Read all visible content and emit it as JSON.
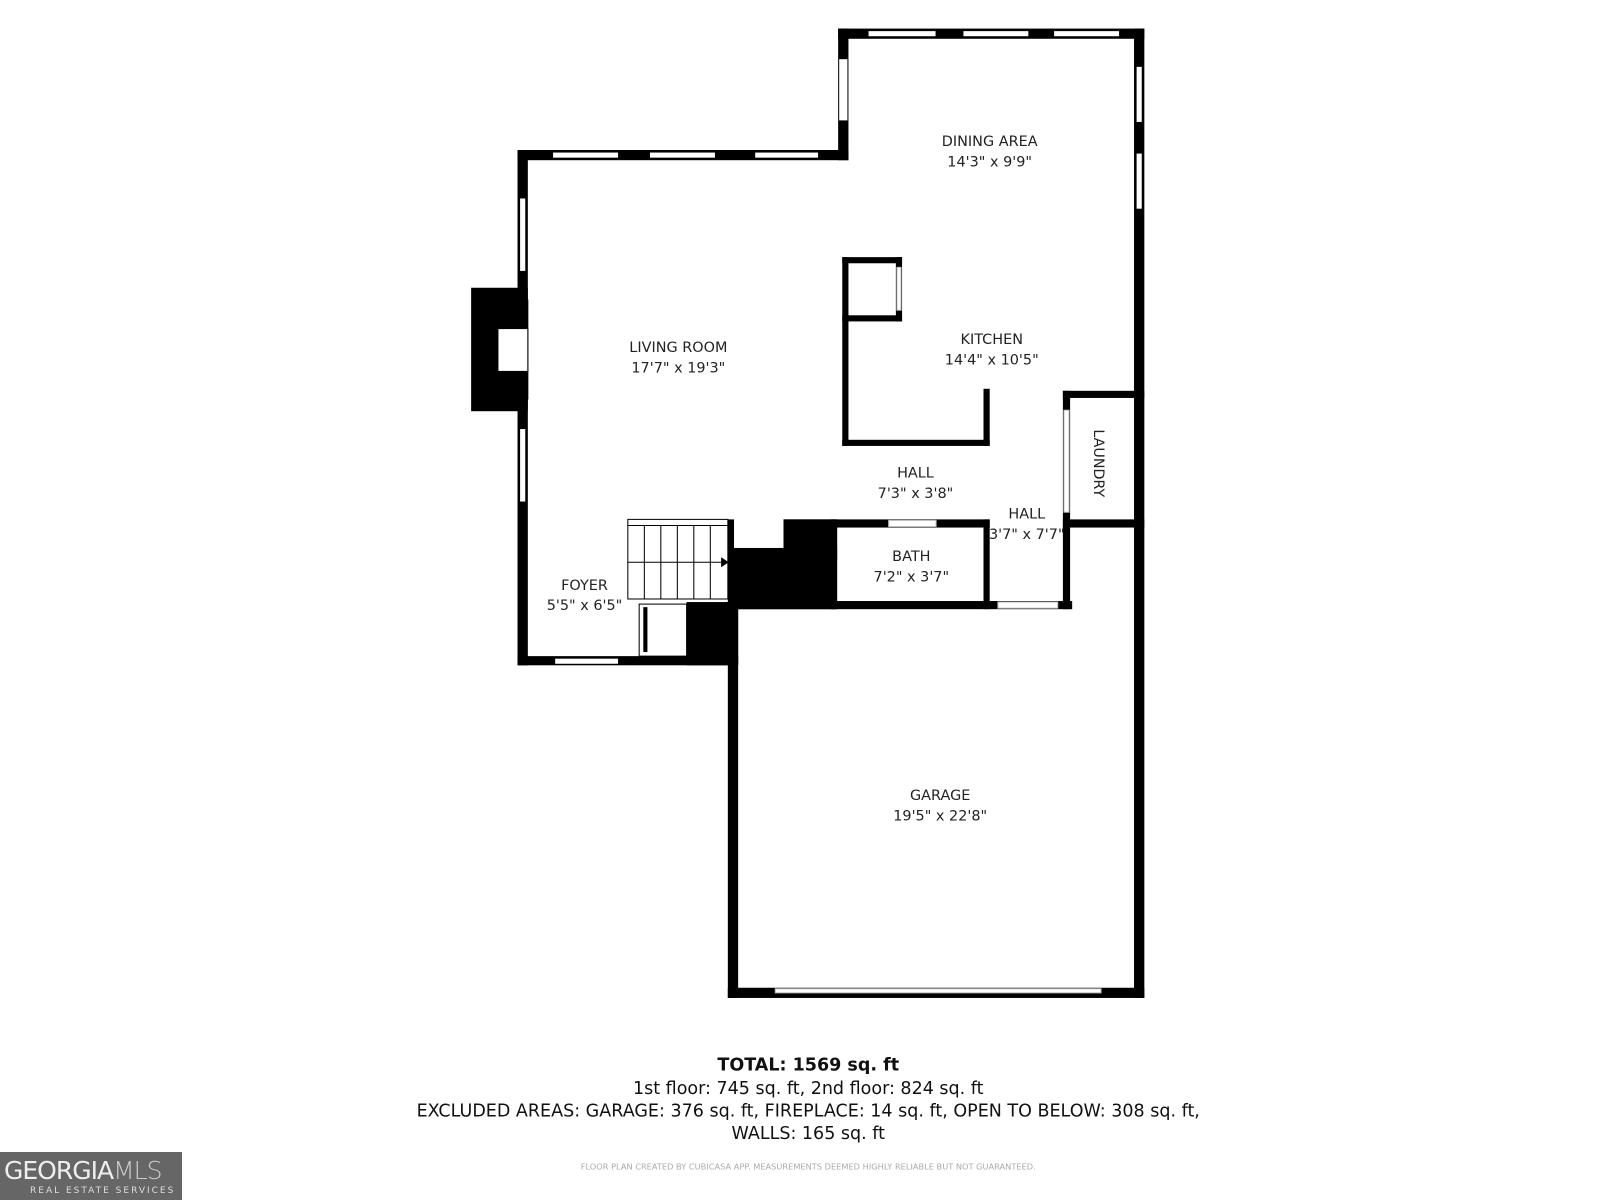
{
  "rooms": {
    "dining": {
      "name": "DINING AREA",
      "size": "14'3\" x 9'9\""
    },
    "living": {
      "name": "LIVING ROOM",
      "size": "17'7\" x 19'3\""
    },
    "kitchen": {
      "name": "KITCHEN",
      "size": "14'4\" x 10'5\""
    },
    "laundry": {
      "name": "LAUNDRY"
    },
    "hall1": {
      "name": "HALL",
      "size": "7'3\" x 3'8\""
    },
    "hall2": {
      "name": "HALL",
      "size": "3'7\" x 7'7\""
    },
    "bath": {
      "name": "BATH",
      "size": "7'2\" x 3'7\""
    },
    "foyer": {
      "name": "FOYER",
      "size": "5'5\" x 6'5\""
    },
    "garage": {
      "name": "GARAGE",
      "size": "19'5\" x 22'8\""
    }
  },
  "summary": {
    "total": "TOTAL: 1569 sq. ft",
    "floors": "1st floor: 745 sq. ft, 2nd floor: 824 sq. ft",
    "excluded": "EXCLUDED AREAS: GARAGE: 376 sq. ft, FIREPLACE: 14 sq. ft, OPEN TO BELOW: 308 sq. ft,",
    "walls": "WALLS: 165 sq. ft",
    "disclaimer": "FLOOR PLAN CREATED BY CUBICASA APP. MEASUREMENTS DEEMED HIGHLY RELIABLE BUT NOT GUARANTEED."
  },
  "logo": {
    "brand": "GEORGIA",
    "brand_suffix": "MLS",
    "tagline": "REAL ESTATE SERVICES"
  },
  "colors": {
    "wall": "#000000",
    "background": "#ffffff",
    "logo_bg": "#666666"
  }
}
